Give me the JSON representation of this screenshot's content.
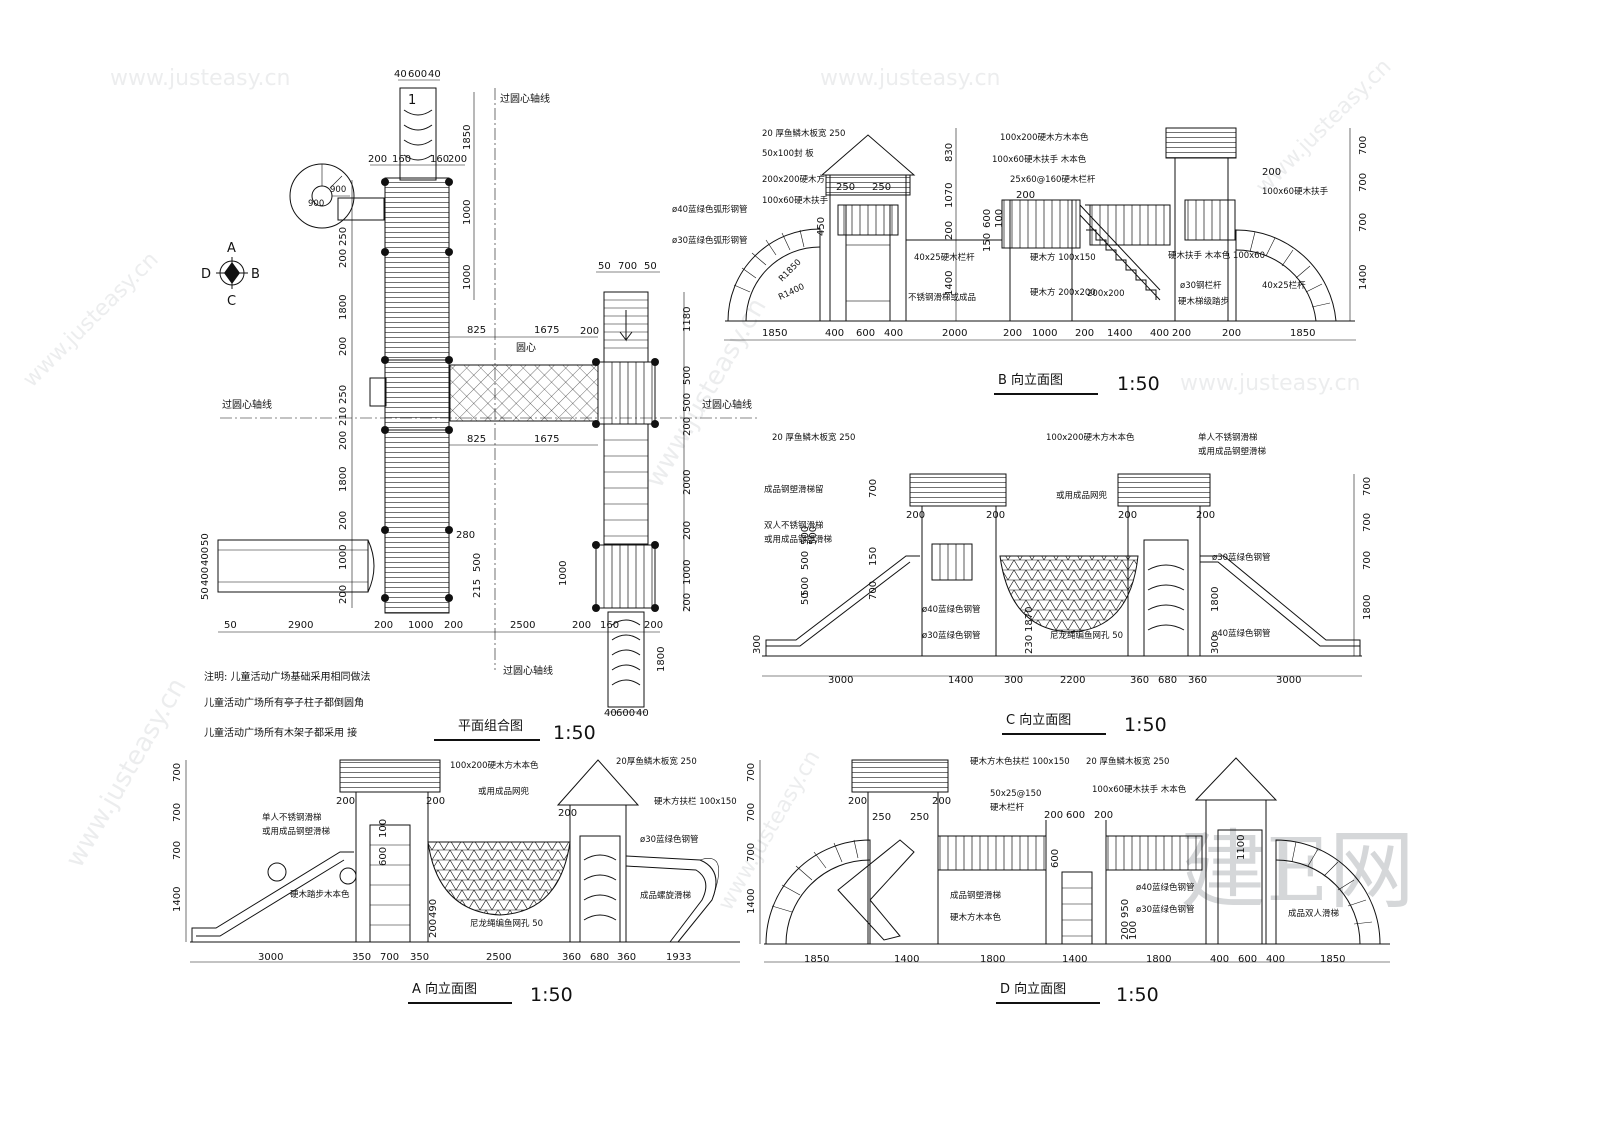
{
  "watermark": {
    "site": "www.justeasy.cn",
    "brand_cn": "建E网"
  },
  "compass": {
    "a": "A",
    "b": "B",
    "c": "C",
    "d": "D"
  },
  "plan": {
    "title": "平面组合图",
    "scale": "1:50",
    "axis_labels": [
      "过圆心轴线",
      "过圆心轴线",
      "过圆心轴线",
      "过圆心轴线"
    ],
    "center_label": "圆心",
    "dims_top": [
      "40",
      "600",
      "40"
    ],
    "dims_top2": [
      "200",
      "160",
      "160",
      "200"
    ],
    "dims_vertical_left": [
      "250",
      "200",
      "1800",
      "200",
      "250",
      "210",
      "200",
      "1800",
      "200",
      "1000",
      "200"
    ],
    "dims_vertical_right": [
      "1850",
      "1000",
      "1000"
    ],
    "dims_horizontal_mid": [
      "825",
      "1675",
      "825",
      "1675"
    ],
    "dims_bottom": [
      "50",
      "2900",
      "200",
      "1000",
      "200",
      "2500",
      "200",
      "160",
      "200"
    ],
    "dims_right_stair": [
      "50",
      "700",
      "50",
      "200",
      "1180",
      "500",
      "500",
      "200",
      "2000",
      "200",
      "1000",
      "200"
    ],
    "dims_bottom_slide": [
      "40",
      "600",
      "40",
      "1800"
    ],
    "dims_misc": [
      "280",
      "500",
      "215",
      "50",
      "400",
      "400",
      "50",
      "1000",
      "500",
      "500"
    ],
    "spiral_labels": [
      "900",
      "900"
    ],
    "notes": [
      "注明: 儿童活动广场基础采用相同做法",
      "儿童活动广场所有亭子柱子都倒圆角",
      "儿童活动广场所有木架子都采用 接"
    ]
  },
  "elev_b": {
    "title": "B 向立面图",
    "scale": "1:50",
    "labels": [
      "20 厚鱼鳞木板宽 250",
      "50x100封 板",
      "200x200硬木方",
      "100x60硬木扶手",
      "ø40蓝绿色弧形钢管",
      "ø30蓝绿色弧形钢管",
      "R1850",
      "R1400",
      "100x200硬木方木本色",
      "100x60硬木扶手 木本色",
      "25x60@160硬木栏杆",
      "40x25硬木栏杆",
      "硬木方 100x150",
      "硬木方 200x200",
      "不锈钢滑梯或成品",
      "200x200",
      "硬木扶手 木本色 100x60",
      "ø30钢栏杆",
      "硬木梯级踏步",
      "100x60硬木扶手",
      "40x25栏杆"
    ],
    "dims_bottom": [
      "1850",
      "400",
      "600",
      "400",
      "2000",
      "200",
      "1000",
      "200",
      "1400",
      "400",
      "200",
      "200",
      "1850"
    ],
    "dims_left": [
      "830",
      "1070",
      "200",
      "1400"
    ],
    "dims_right": [
      "700",
      "700",
      "700",
      "1400"
    ],
    "dims_misc": [
      "250",
      "250",
      "450",
      "150",
      "600",
      "100",
      "200",
      "200"
    ]
  },
  "elev_c": {
    "title": "C 向立面图",
    "scale": "1:50",
    "labels": [
      "20 厚鱼鳞木板宽 250",
      "100x200硬木方木本色",
      "单人不锈钢滑梯",
      "或用成品钢塑滑梯",
      "成品钢塑滑梯留",
      "双人不锈钢滑梯",
      "或用成品钢塑滑梯",
      "或用成品网兜",
      "ø40蓝绿色钢管",
      "ø30蓝绿色钢管",
      "尼龙绳编鱼网孔 50",
      "ø30蓝绿色钢管",
      "ø40蓝绿色钢管"
    ],
    "dims_bottom": [
      "3000",
      "1400",
      "300",
      "2200",
      "360",
      "680",
      "360",
      "3000"
    ],
    "dims_right": [
      "700",
      "700",
      "700",
      "1800"
    ],
    "dims_misc": [
      "200",
      "200",
      "200",
      "200",
      "700",
      "150",
      "700",
      "500",
      "500",
      "50",
      "300",
      "1870",
      "230",
      "300",
      "1800"
    ]
  },
  "elev_a": {
    "title": "A 向立面图",
    "scale": "1:50",
    "labels": [
      "100x200硬木方木本色",
      "20厚鱼鳞木板宽 250",
      "单人不锈钢滑梯",
      "或用成品钢塑滑梯",
      "或用成品网兜",
      "硬木方扶栏 100x150",
      "ø30蓝绿色钢管",
      "成品螺旋滑梯",
      "硬木踏步木本色",
      "尼龙绳编鱼网孔 50"
    ],
    "dims_bottom": [
      "3000",
      "350",
      "700",
      "350",
      "2500",
      "360",
      "680",
      "360",
      "1933"
    ],
    "dims_left": [
      "700",
      "700",
      "700",
      "1400"
    ],
    "dims_misc": [
      "200",
      "200",
      "200",
      "600",
      "100",
      "200",
      "490"
    ]
  },
  "elev_d": {
    "title": "D 向立面图",
    "scale": "1:50",
    "labels": [
      "硬木方木色扶栏 100x150",
      "20 厚鱼鳞木板宽 250",
      "50x25@150",
      "硬木栏杆",
      "100x60硬木扶手 木本色",
      "成品钢塑滑梯",
      "硬木方木本色",
      "ø40蓝绿色钢管",
      "ø30蓝绿色钢管",
      "成品双人滑梯"
    ],
    "dims_bottom": [
      "1850",
      "1400",
      "1800",
      "1400",
      "1800",
      "400",
      "600",
      "400",
      "1850"
    ],
    "dims_left": [
      "700",
      "700",
      "700",
      "1400"
    ],
    "dims_misc": [
      "200",
      "200",
      "250",
      "250",
      "200",
      "600",
      "200",
      "600",
      "1100",
      "200",
      "100",
      "950"
    ]
  }
}
